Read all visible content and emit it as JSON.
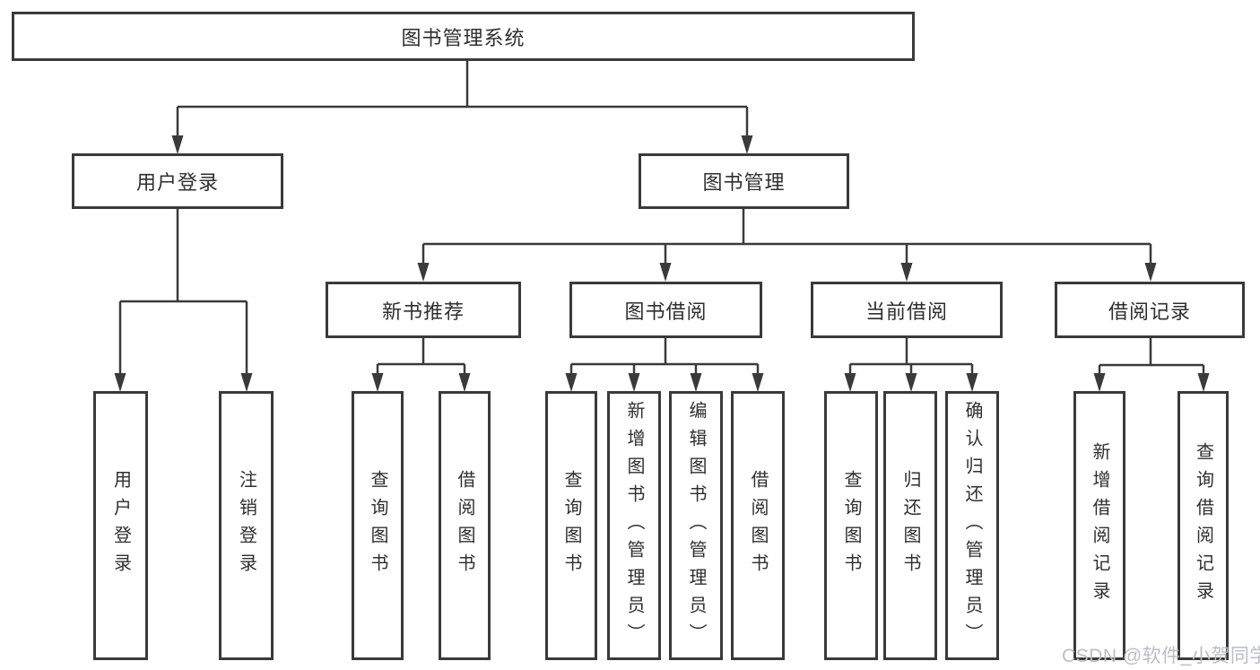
{
  "tree": {
    "root": {
      "label": "图书管理系统"
    },
    "branches": [
      {
        "label": "用户登录",
        "children": [
          {
            "label": "用户登录"
          },
          {
            "label": "注销登录"
          }
        ]
      },
      {
        "label": "图书管理",
        "children": [
          {
            "label": "新书推荐",
            "children": [
              {
                "label": "查询图书"
              },
              {
                "label": "借阅图书"
              }
            ]
          },
          {
            "label": "图书借阅",
            "children": [
              {
                "label": "查询图书"
              },
              {
                "label": "新增图书（管理员）"
              },
              {
                "label": "编辑图书（管理员）"
              },
              {
                "label": "借阅图书"
              }
            ]
          },
          {
            "label": "当前借阅",
            "children": [
              {
                "label": "查询图书"
              },
              {
                "label": "归还图书"
              },
              {
                "label": "确认归还（管理员）"
              }
            ]
          },
          {
            "label": "借阅记录",
            "children": [
              {
                "label": "新增借阅记录"
              },
              {
                "label": "查询借阅记录"
              }
            ]
          }
        ]
      }
    ]
  },
  "watermark": {
    "text": "CSDN @软件_小贺同学"
  },
  "colors": {
    "line": "#3a3a3a",
    "text": "#2f2f2f",
    "watermark": "#b9bdc6",
    "background": "#ffffff"
  }
}
